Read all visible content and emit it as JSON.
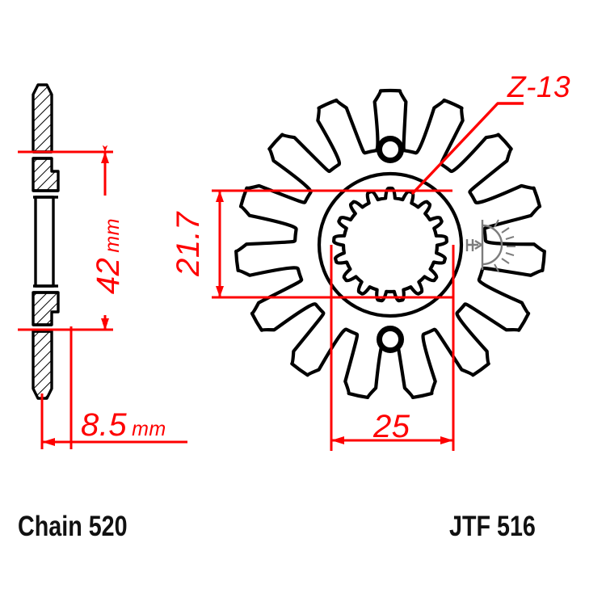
{
  "drawing": {
    "title": "Front sprocket technical drawing",
    "line_color": "#000000",
    "dimension_color": "#fe0000",
    "background": "#ffffff"
  },
  "views": {
    "section_view": {
      "name": "side-section-view",
      "description": "Hatched cross-section of sprocket profile"
    },
    "face_view": {
      "name": "front-face-view",
      "description": "Front face showing teeth, splined bore and bolt holes",
      "teeth_count": 15,
      "spline_teeth_count": 17,
      "bolt_holes": 2
    }
  },
  "dimensions": {
    "outer_width": {
      "value": "42",
      "unit": "mm",
      "label": "42 mm",
      "name": "dimension-42mm",
      "orientation": "vertical"
    },
    "thickness": {
      "value": "8.5",
      "unit": "mm",
      "label": "8.5 mm",
      "name": "dimension-8-5mm",
      "orientation": "horizontal"
    },
    "bore_height": {
      "value": "21.7",
      "unit": "",
      "label": "21.7",
      "name": "dimension-21-7",
      "orientation": "vertical"
    },
    "bore_width": {
      "value": "25",
      "unit": "",
      "label": "25",
      "name": "dimension-25",
      "orientation": "horizontal"
    }
  },
  "callouts": {
    "teeth": {
      "label": "Z-13",
      "name": "callout-z-13",
      "color": "#fe0000"
    }
  },
  "captions": {
    "chain": "Chain 520",
    "part_number": "JTF 516"
  }
}
